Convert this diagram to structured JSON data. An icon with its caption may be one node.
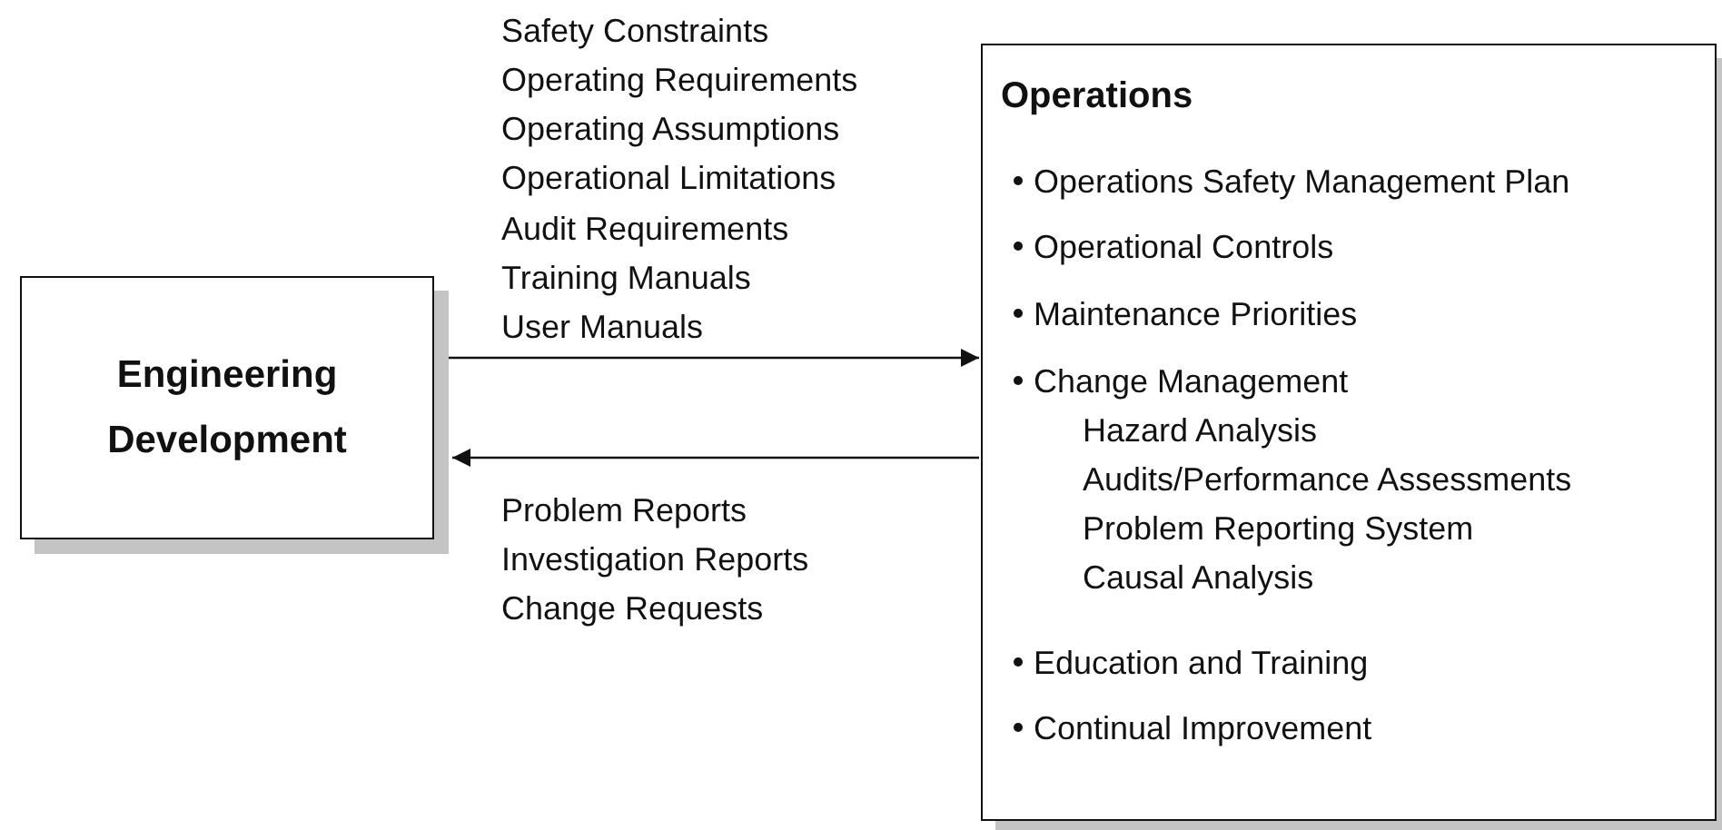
{
  "diagram": {
    "nodes": [
      {
        "text": [
          "Engineering Development"
        ]
      },
      {
        "text": [
          "Operations",
          "Operations Safety Management Plan",
          "Operational Controls",
          "Maintenance Priorities",
          "Change Management",
          "Hazard Analysis",
          "Audits/Performance Assessments",
          "Problem Reporting System",
          "Causal Analysis",
          "Education and Training",
          "Continual Improvement"
        ]
      }
    ],
    "edges": [
      {
        "from": 0,
        "to": 1,
        "arrow": "to"
      },
      {
        "from": 1,
        "to": 0,
        "arrow": "to"
      }
    ],
    "labels": [
      "Safety Constraints",
      "Operating Requirements",
      "Operating Assumptions",
      "Operational Limitations",
      "Audit Requirements",
      "Training Manuals",
      "User Manuals",
      "Problem Reports",
      "Investigation Reports",
      "Change Requests"
    ]
  }
}
